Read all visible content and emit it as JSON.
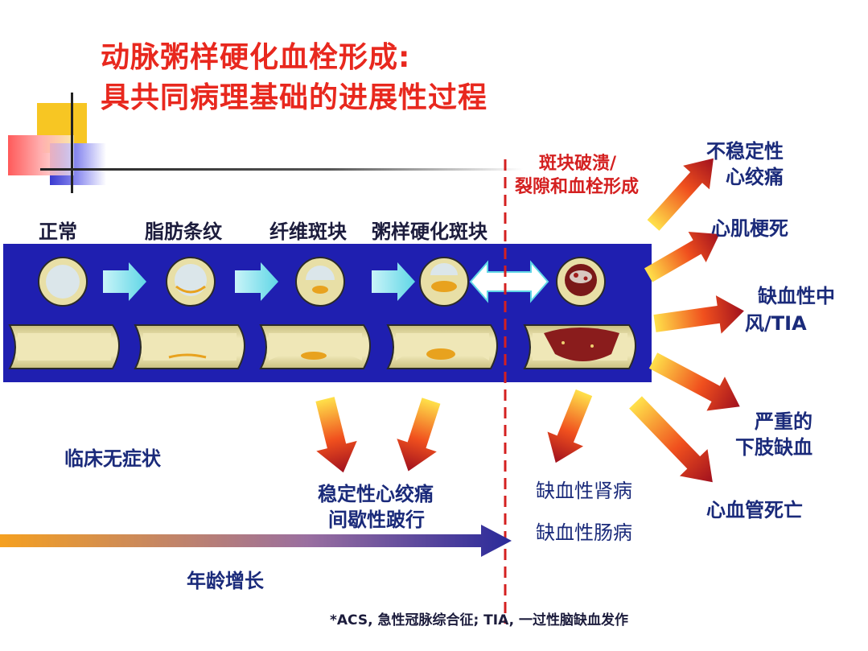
{
  "title": {
    "line1": "动脉粥样硬化血栓形成:",
    "line2": "具共同病理基础的进展性过程"
  },
  "stages": [
    "正常",
    "脂肪条纹",
    "纤维斑块",
    "粥样硬化斑块"
  ],
  "rupture_label": {
    "line1": "斑块破溃/",
    "line2": "裂隙和血栓形成"
  },
  "outcomes": {
    "unstable_angina": [
      "不稳定性",
      "心绞痛"
    ],
    "mi": "心肌梗死",
    "stroke": [
      "缺血性中",
      "风/TIA"
    ],
    "limb": [
      "严重的",
      "下肢缺血"
    ],
    "cv_death": "心血管死亡"
  },
  "lower": {
    "asymptomatic": "临床无症状",
    "stable": [
      "稳定性心绞痛",
      "间歇性跛行"
    ],
    "kidney": "缺血性肾病",
    "bowel": "缺血性肠病",
    "age": "年龄增长"
  },
  "footnote": "*ACS, 急性冠脉综合征; TIA, 一过性脑缺血发作",
  "colors": {
    "title_red": "#e8281e",
    "band_blue": "#1f1fb0",
    "vessel_wall": "#e8dfa6",
    "vessel_lumen": "#d8e4e8",
    "plaque": "#e8a21e",
    "thrombus": "#8a1c1c",
    "arrow_cyan": "#7fe3ee",
    "text_navy": "#1a2a7a"
  }
}
